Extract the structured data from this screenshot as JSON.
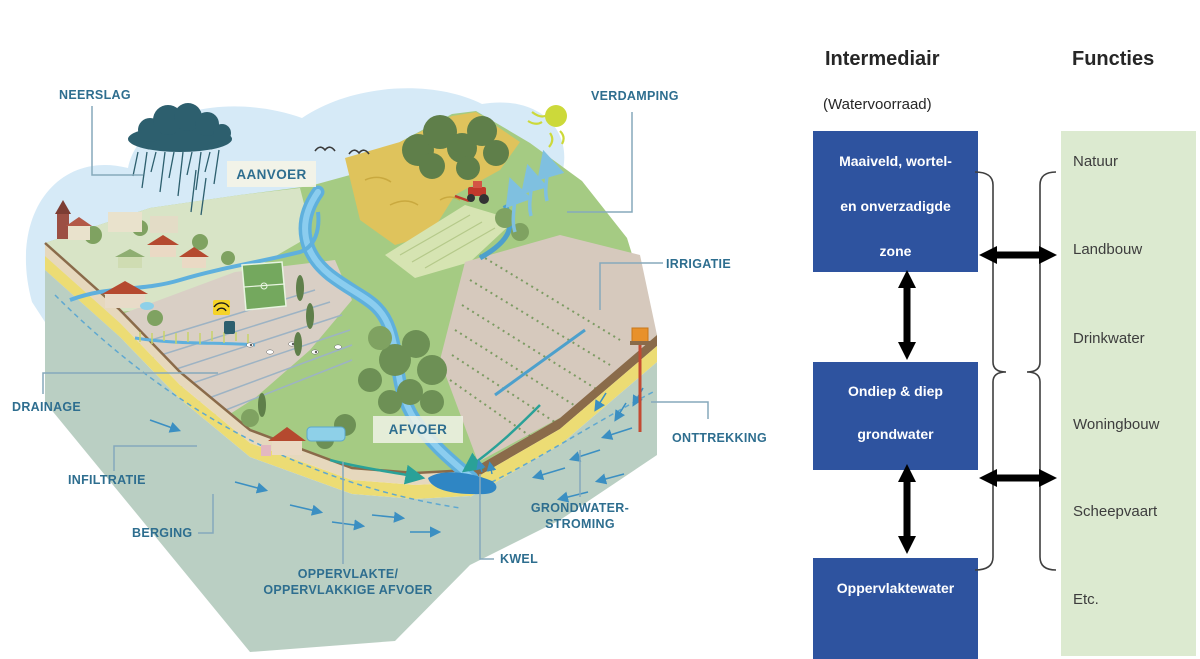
{
  "illustration": {
    "labels": {
      "neerslag": "NEERSLAG",
      "verdamping": "VERDAMPING",
      "aanvoer": "AANVOER",
      "irrigatie": "IRRIGATIE",
      "onttrekking": "ONTTREKKING",
      "drainage": "DRAINAGE",
      "infiltratie": "INFILTRATIE",
      "berging": "BERGING",
      "oppervlakte1": "OPPERVLAKTE/",
      "oppervlakte2": "OPPERVLAKKIGE AFVOER",
      "kwel": "KWEL",
      "grondwater1": "GRONDWATER-",
      "grondwater2": "STROMING",
      "afvoer": "AFVOER"
    },
    "colors": {
      "label_text": "#2e6e8f",
      "connector_line": "#85a9bc",
      "cloud": "#2d5f6e",
      "sun": "#ccd93a",
      "river": "#5fb0dd",
      "sand_layer": "#ecdc74",
      "groundwater_face": "#bacfc3"
    }
  },
  "flow": {
    "intermediair_title": "Intermediair",
    "intermediair_subtitle": "(Watervoorraad)",
    "functies_title": "Functies",
    "boxes": [
      {
        "id": "maaiveld",
        "lines": [
          "Maaiveld, wortel-",
          "en onverzadigde",
          "zone"
        ]
      },
      {
        "id": "grondwater",
        "lines": [
          "Ondiep & diep",
          "grondwater"
        ]
      },
      {
        "id": "oppervlaktewater",
        "lines": [
          "Oppervlaktewater"
        ]
      }
    ],
    "functions": [
      "Natuur",
      "Landbouw",
      "Drinkwater",
      "Woningbouw",
      "Scheepvaart",
      "Etc."
    ],
    "colors": {
      "box_blue": "#2e539f",
      "box_green": "#dcead0",
      "arrow": "#000000",
      "brace": "#3f3f3f"
    }
  }
}
